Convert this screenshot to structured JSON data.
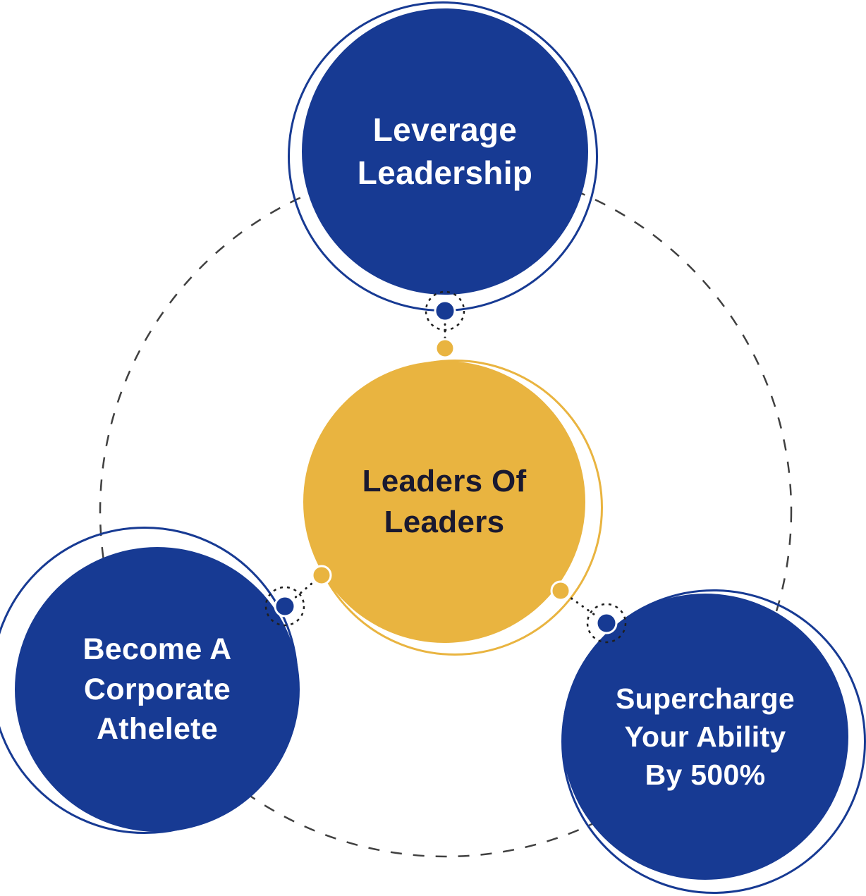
{
  "center_node": {
    "label": "Leaders Of\nLeaders"
  },
  "nodes": [
    {
      "label": "Leverage\nLeadership"
    },
    {
      "label": "Become A\nCorporate\nAthelete"
    },
    {
      "label": "Supercharge\nYour Ability\nBy 500%"
    }
  ],
  "colors": {
    "blue": "#173A93",
    "gold": "#E9B440",
    "text_on_blue": "#FFFFFF",
    "text_on_gold": "#191930",
    "connector": "#1F1F1F",
    "background": "#FFFFFF"
  }
}
